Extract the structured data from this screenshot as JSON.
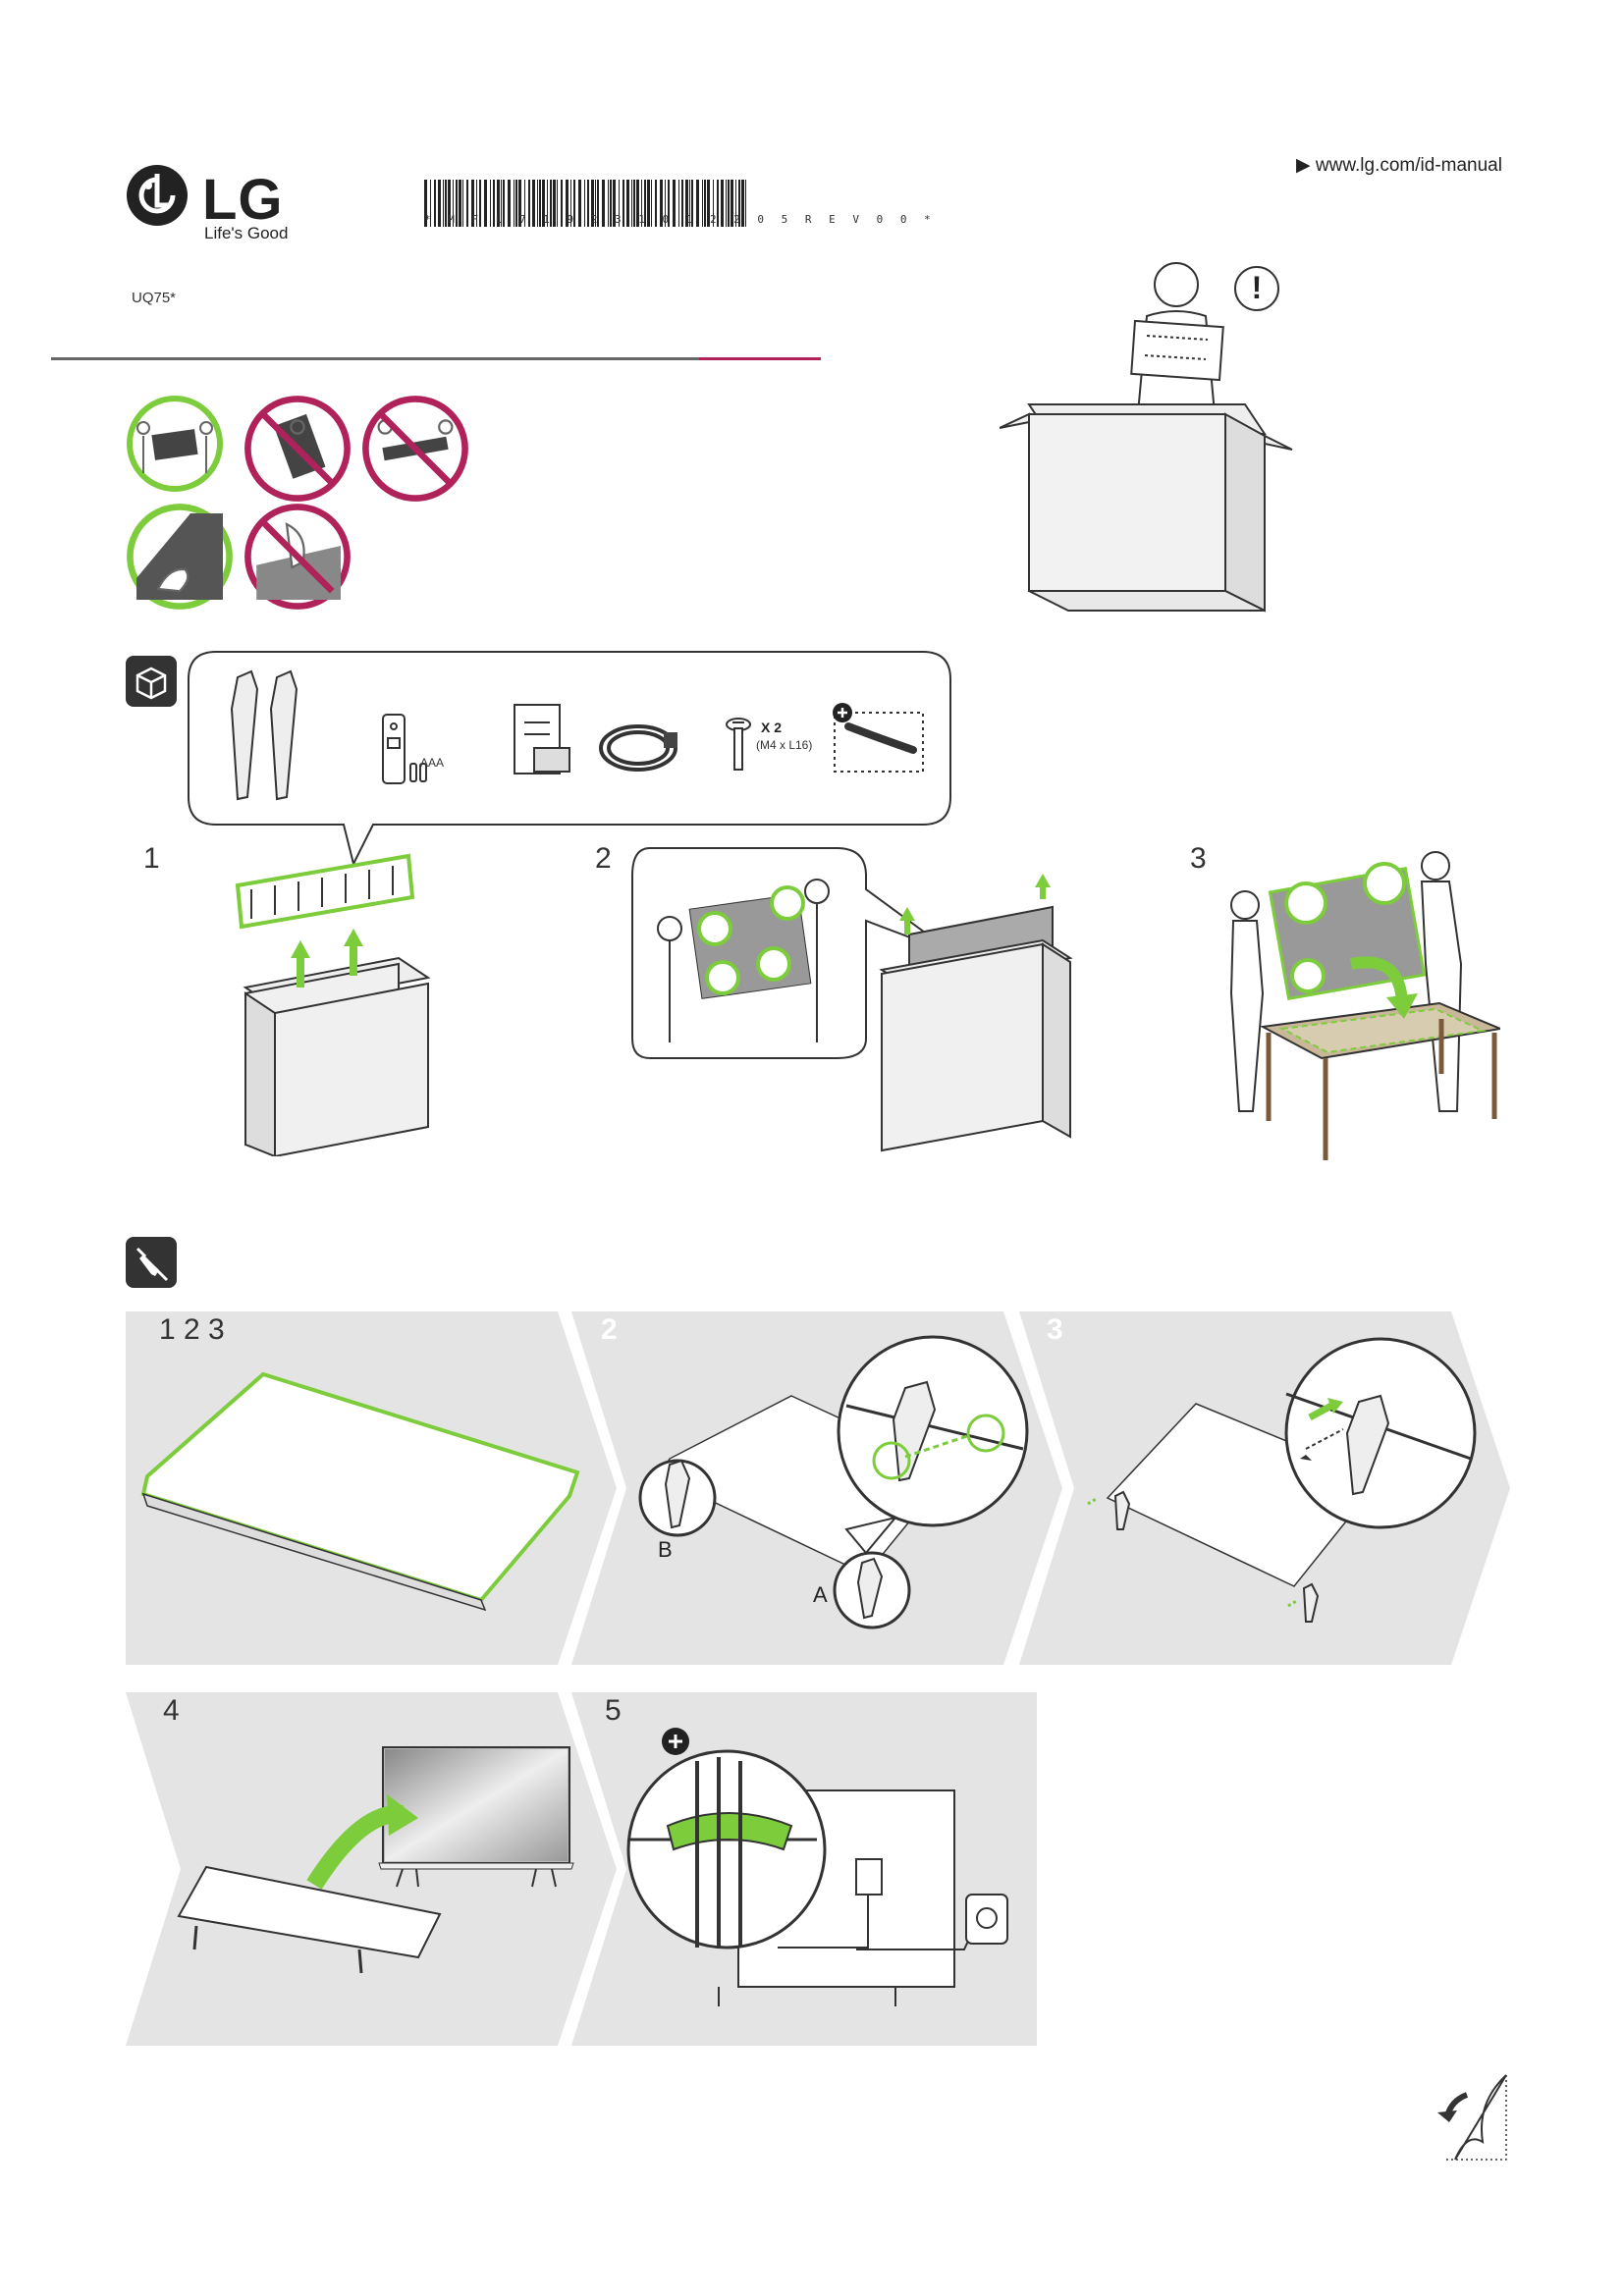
{
  "header": {
    "brand": "LG",
    "tagline": "Life's Good",
    "barcode_text": "* M F L 7 1 9 2 3 1 0 1 2 2 0 5 R E V 0 0 *",
    "model": "UQ75*",
    "url_arrow": "▶",
    "url": "www.lg.com/id-manual"
  },
  "accessories": {
    "battery_label": "AAA",
    "screw_qty": "X 2",
    "screw_spec": "(M4 x L16)"
  },
  "unpack_steps": [
    "1",
    "2",
    "3"
  ],
  "install_panels": [
    {
      "title": "1 2 3"
    },
    {
      "title": "2",
      "label_b": "B",
      "label_a": "A"
    },
    {
      "title": "3"
    },
    {
      "title": "4"
    },
    {
      "title": "5"
    }
  ],
  "colors": {
    "accent_green": "#7ccc3c",
    "accent_red": "#b0225a",
    "panel_gray": "#e4e4e4",
    "icon_dark": "#333333"
  }
}
